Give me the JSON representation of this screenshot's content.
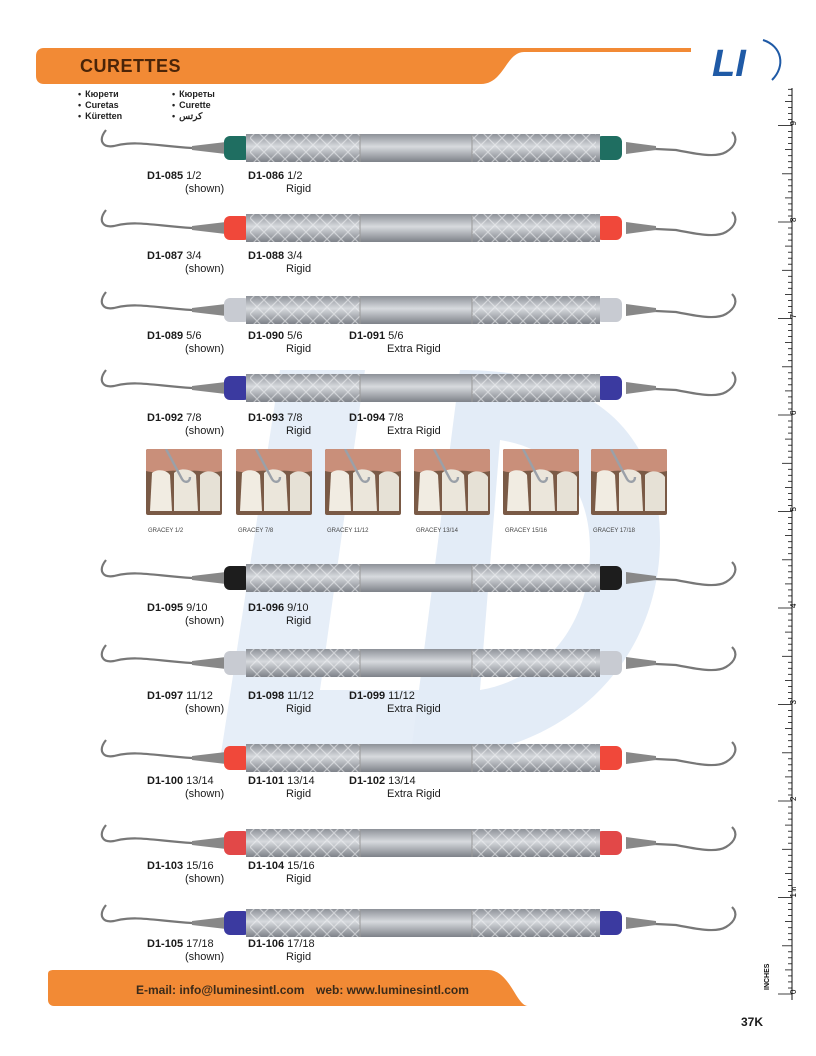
{
  "header": {
    "title": "CURETTES",
    "logo_text": "LI",
    "languages_col1": [
      "Кюрети",
      "Curetas",
      "Küretten"
    ],
    "languages_col2": [
      "Кюреты",
      "Curette",
      "كرتس"
    ]
  },
  "colors": {
    "orange": "#f28a35",
    "logo_blue": "#1f5aa6",
    "steel": "#b8bcc3"
  },
  "products": [
    {
      "items": [
        {
          "code": "D1-085",
          "size": "1/2",
          "note": "(shown)"
        },
        {
          "code": "D1-086",
          "size": "1/2",
          "note": "Rigid"
        }
      ]
    },
    {
      "items": [
        {
          "code": "D1-087",
          "size": "3/4",
          "note": "(shown)"
        },
        {
          "code": "D1-088",
          "size": "3/4",
          "note": "Rigid"
        }
      ]
    },
    {
      "items": [
        {
          "code": "D1-089",
          "size": "5/6",
          "note": "(shown)"
        },
        {
          "code": "D1-090",
          "size": "5/6",
          "note": "Rigid"
        },
        {
          "code": "D1-091",
          "size": "5/6",
          "note": "Extra Rigid"
        }
      ]
    },
    {
      "items": [
        {
          "code": "D1-092",
          "size": "7/8",
          "note": "(shown)"
        },
        {
          "code": "D1-093",
          "size": "7/8",
          "note": "Rigid"
        },
        {
          "code": "D1-094",
          "size": "7/8",
          "note": "Extra Rigid"
        }
      ]
    },
    {
      "items": [
        {
          "code": "D1-095",
          "size": "9/10",
          "note": "(shown)"
        },
        {
          "code": "D1-096",
          "size": "9/10",
          "note": "Rigid"
        }
      ]
    },
    {
      "items": [
        {
          "code": "D1-097",
          "size": "11/12",
          "note": "(shown)"
        },
        {
          "code": "D1-098",
          "size": "11/12",
          "note": "Rigid"
        },
        {
          "code": "D1-099",
          "size": "11/12",
          "note": "Extra Rigid"
        }
      ]
    },
    {
      "items": [
        {
          "code": "D1-100",
          "size": "13/14",
          "note": "(shown)"
        },
        {
          "code": "D1-101",
          "size": "13/14",
          "note": "Rigid"
        },
        {
          "code": "D1-102",
          "size": "13/14",
          "note": "Extra Rigid"
        }
      ]
    },
    {
      "items": [
        {
          "code": "D1-103",
          "size": "15/16",
          "note": "(shown)"
        },
        {
          "code": "D1-104",
          "size": "15/16",
          "note": "Rigid"
        }
      ]
    },
    {
      "items": [
        {
          "code": "D1-105",
          "size": "17/18",
          "note": "(shown)"
        },
        {
          "code": "D1-106",
          "size": "17/18",
          "note": "Rigid"
        }
      ]
    }
  ],
  "gallery": [
    "GRACEY 1/2",
    "GRACEY 7/8",
    "GRACEY 11/12",
    "GRACEY 13/14",
    "GRACEY 15/16",
    "GRACEY 17/18"
  ],
  "ruler": {
    "labels": [
      "0",
      "1",
      "2",
      "3",
      "4",
      "5",
      "6",
      "7",
      "8",
      "9"
    ],
    "inch_suffix": "in",
    "unit": "INCHES"
  },
  "footer": {
    "email": "E-mail: info@luminesintl.com",
    "web": "web: www.luminesintl.com"
  },
  "page_number": "37K"
}
